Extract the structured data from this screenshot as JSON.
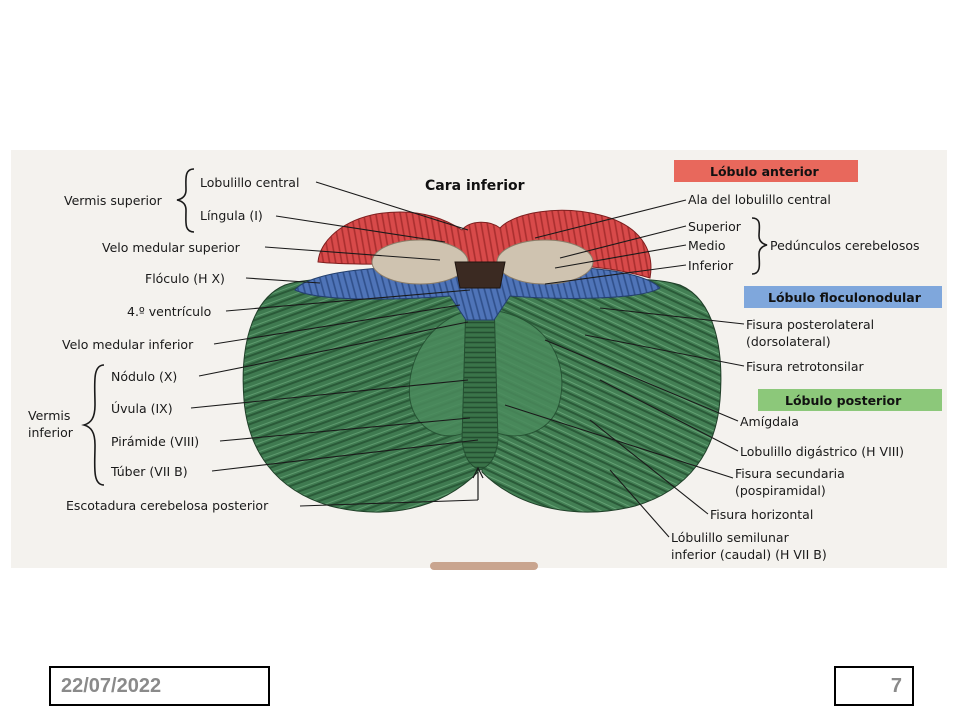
{
  "figure": {
    "title": "Cara inferior",
    "left_labels": [
      "Lobulillo central",
      "Língula (I)",
      "Velo medular superior",
      "Flóculo (H X)",
      "4.º ventrículo",
      "Velo medular inferior",
      "Nódulo (X)",
      "Úvula (IX)",
      "Pirámide (VIII)",
      "Túber (VII B)",
      "Escotadura cerebelosa posterior"
    ],
    "vermis_superior": "Vermis superior",
    "vermis_inferior_line1": "Vermis",
    "vermis_inferior_line2": "inferior",
    "bars": {
      "anterior": "Lóbulo anterior",
      "floculonodular": "Lóbulo floculonodular",
      "posterior": "Lóbulo posterior"
    },
    "right_labels": {
      "ala": "Ala del lobulillo central",
      "superior": "Superior",
      "medio": "Medio",
      "inferior": "Inferior",
      "pedunculos": "Pedúnculos cerebelosos",
      "fis_postlat_1": "Fisura posterolateral",
      "fis_postlat_2": "(dorsolateral)",
      "fis_retro": "Fisura retrotonsilar",
      "amigdala": "Amígdala",
      "digastrico": "Lobulillo digástrico (H VIII)",
      "fis_sec_1": "Fisura secundaria",
      "fis_sec_2": "(pospiramidal)",
      "fis_hor": "Fisura horizontal",
      "semilunar_1": "Lóbulillo semilunar",
      "semilunar_2": "inferior (caudal) (H VII B)"
    },
    "colors": {
      "anterior": "#d84a4a",
      "floculonodular": "#4f74b8",
      "posterior": "#3f7a50",
      "bar_anterior": "#e8685c",
      "bar_floculonodular": "#7fa7dc",
      "bar_posterior": "#8cc87a"
    }
  },
  "footer": {
    "date": "22/07/2022",
    "page": "7"
  }
}
